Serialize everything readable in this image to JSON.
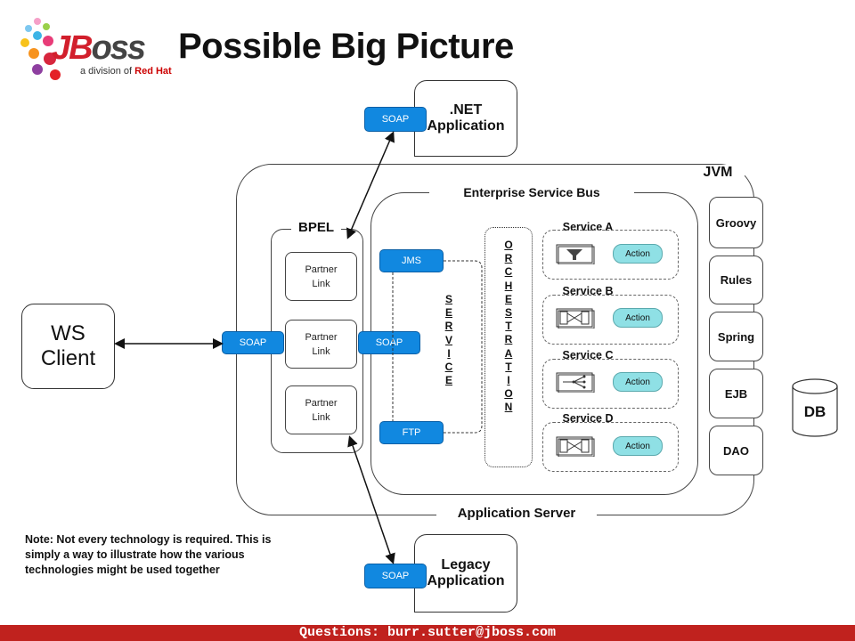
{
  "title": "Possible Big Picture",
  "logo": {
    "brand_j": "JB",
    "brand_rest": "oss",
    "sub_prefix": "a division of",
    "sub_company": "Red Hat"
  },
  "dotnet": {
    "line1": ".NET",
    "line2": "Application",
    "soap": "SOAP"
  },
  "legacy": {
    "line1": "Legacy",
    "line2": "Application",
    "soap": "SOAP"
  },
  "jvm": "JVM",
  "app_server": "Application Server",
  "esb": "Enterprise Service Bus",
  "bpel": "BPEL",
  "partner_links": [
    "Partner Link",
    "Partner Link",
    "Partner Link"
  ],
  "ws_client": {
    "line1": "WS",
    "line2": "Client"
  },
  "soap_left": "SOAP",
  "soap_right": "SOAP",
  "jms": "JMS",
  "ftp": "FTP",
  "service_vertical": "SERVICE",
  "orchestration_vertical": "ORCHESTRATION",
  "services": [
    {
      "name": "Service A",
      "action": "Action",
      "icon": "filter-icon"
    },
    {
      "name": "Service B",
      "action": "Action",
      "icon": "transform-icon"
    },
    {
      "name": "Service C",
      "action": "Action",
      "icon": "router-icon"
    },
    {
      "name": "Service D",
      "action": "Action",
      "icon": "transform-icon"
    }
  ],
  "stack": [
    "Groovy",
    "Rules",
    "Spring",
    "EJB",
    "DAO"
  ],
  "db": "DB",
  "note": "Note: Not every technology is required. This is simply a way to illustrate how the various technologies might be used together",
  "footer": "Questions: burr.sutter@jboss.com",
  "colors": {
    "soap_blue": "#1188e0",
    "action_cyan": "#8fe0e5",
    "footer_red": "#c0221e",
    "brand_red": "#d21f2c"
  }
}
